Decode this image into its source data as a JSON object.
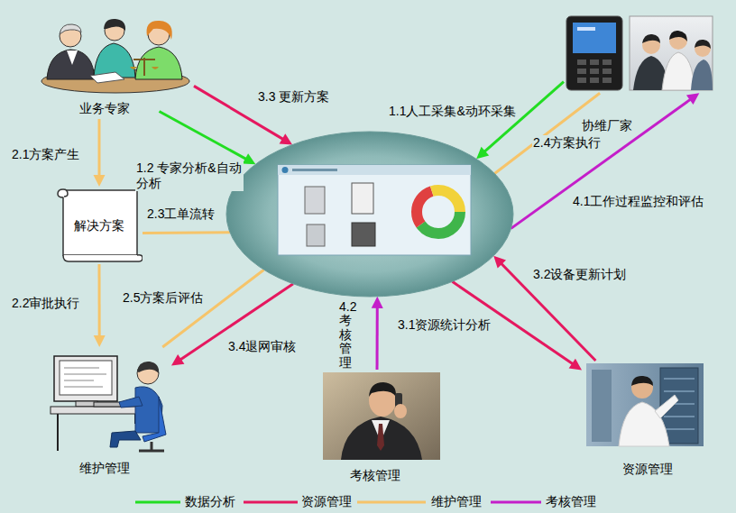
{
  "diagram": {
    "nodes": [
      {
        "text": [
          "业务专家"
        ]
      },
      {
        "text": [
          "协维厂家"
        ]
      },
      {
        "text": [
          "解决方案"
        ]
      },
      {
        "text": []
      },
      {
        "text": [
          "维护管理"
        ]
      },
      {
        "text": [
          "考核管理"
        ]
      },
      {
        "text": [
          "资源管理"
        ]
      }
    ],
    "edges": [
      {
        "from": 0,
        "to": 3,
        "label": "3.3 更新方案",
        "arrow": "to"
      },
      {
        "from": 0,
        "to": 3,
        "label": "1.2 专家分析&自动分析",
        "arrow": "to"
      },
      {
        "from": 0,
        "to": 2,
        "label": "2.1方案产生",
        "arrow": "to"
      },
      {
        "from": 2,
        "to": 3,
        "label": "2.3工单流转",
        "arrow": "none"
      },
      {
        "from": 2,
        "to": 4,
        "label": "2.2审批执行",
        "arrow": "to"
      },
      {
        "from": 1,
        "to": 3,
        "label": "1.1人工采集&动环采集",
        "arrow": "to"
      },
      {
        "from": 3,
        "to": 1,
        "label": "2.4方案执行",
        "arrow": "none"
      },
      {
        "from": 3,
        "to": 1,
        "label": "4.1工作过程监控和评估",
        "arrow": "to"
      },
      {
        "from": 6,
        "to": 3,
        "label": "3.2设备更新计划",
        "arrow": "to"
      },
      {
        "from": 3,
        "to": 6,
        "label": "3.1资源统计分析",
        "arrow": "to"
      },
      {
        "from": 5,
        "to": 3,
        "label": "4.2 考核管理",
        "arrow": "to"
      },
      {
        "from": 3,
        "to": 4,
        "label": "3.4退网审核",
        "arrow": "to"
      },
      {
        "from": 3,
        "to": 4,
        "label": "2.5方案后评估",
        "arrow": "none"
      }
    ],
    "legend": [
      {
        "text": "数据分析"
      },
      {
        "text": "资源管理"
      },
      {
        "text": "维护管理"
      },
      {
        "text": "考核管理"
      }
    ]
  }
}
